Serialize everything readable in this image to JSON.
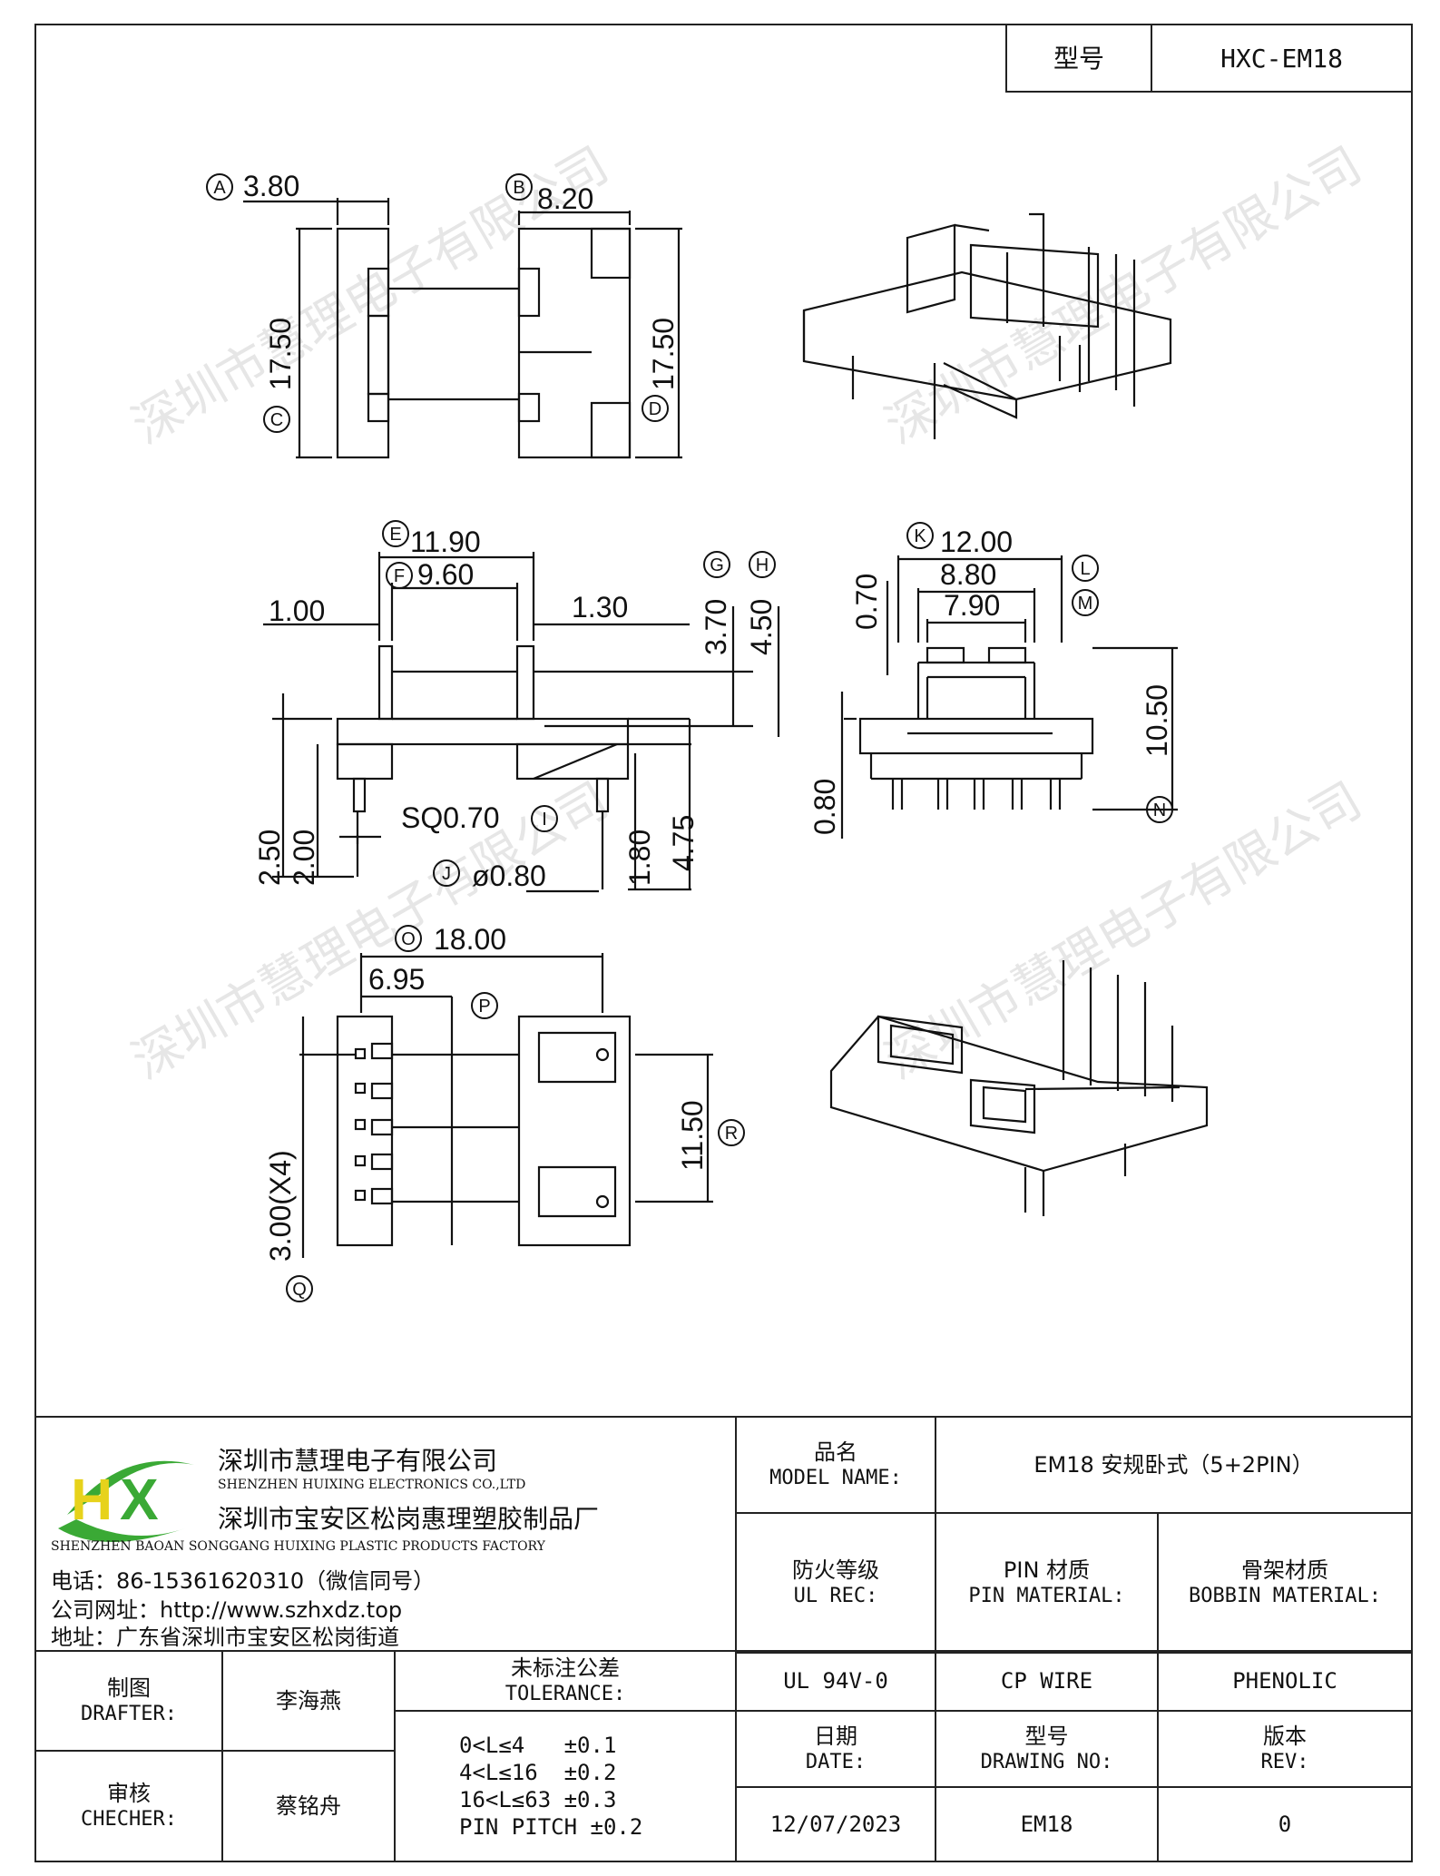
{
  "header": {
    "model_label": "型号",
    "model_value": "HXC-EM18"
  },
  "watermark": "深圳市慧理电子有限公司",
  "logo": {
    "letters": "HX",
    "colors": {
      "green": "#3aa935",
      "yellow": "#e7d21b"
    }
  },
  "company": {
    "name_cn": "深圳市慧理电子有限公司",
    "name_en": "SHENZHEN HUIXING ELECTRONICS CO.,LTD",
    "factory_cn": "深圳市宝安区松岗惠理塑胶制品厂",
    "factory_en": "SHENZHEN BAOAN SONGGANG HUIXING PLASTIC PRODUCTS FACTORY",
    "phone": "电话：86-15361620310（微信同号）",
    "website": "公司网址：http://www.szhxdz.top",
    "address": "地址：广东省深圳市宝安区松岗街道"
  },
  "title_block": {
    "model_name_cn": "品名",
    "model_name_en": "MODEL NAME:",
    "model_name_value": "EM18 安规卧式（5+2PIN）",
    "ul_rec_cn": "防火等级",
    "ul_rec_en": "UL REC:",
    "pin_material_cn": "PIN 材质",
    "pin_material_en": "PIN MATERIAL:",
    "bobbin_material_cn": "骨架材质",
    "bobbin_material_en": "BOBBIN MATERIAL:",
    "ul_value": "UL 94V-0",
    "pin_value": "CP WIRE",
    "bobbin_value": "PHENOLIC",
    "drafter_cn": "制图",
    "drafter_en": "DRAFTER:",
    "drafter_name": "李海燕",
    "checker_cn": "审核",
    "checker_en": "CHECHER:",
    "checker_name": "蔡铭舟",
    "tolerance_cn": "未标注公差",
    "tolerance_en": "TOLERANCE:",
    "tolerance_lines": [
      "0<L≤4   ±0.1",
      "4<L≤16  ±0.2",
      "16<L≤63 ±0.3",
      "PIN PITCH ±0.2"
    ],
    "date_cn": "日期",
    "date_en": "DATE:",
    "drawing_no_cn": "型号",
    "drawing_no_en": "DRAWING NO:",
    "rev_cn": "版本",
    "rev_en": "REV:",
    "date_value": "12/07/2023",
    "drawing_no_value": "EM18",
    "rev_value": "0"
  },
  "dimensions": {
    "A": "3.80",
    "B": "8.20",
    "C": "17.50",
    "D": "17.50",
    "E": "11.90",
    "F": "9.60",
    "G": "3.70",
    "H": "4.50",
    "I": "SQ0.70",
    "J": "ø0.80",
    "K": "12.00",
    "L": "8.80",
    "M": "7.90",
    "N": "10.50",
    "O": "18.00",
    "P": "6.95",
    "Q": "3.00(X4)",
    "R": "11.50",
    "side_left": "1.00",
    "side_right": "1.30",
    "side_h1": "2.50",
    "side_h2": "2.00",
    "side_h3": "1.80",
    "side_h4": "4.75",
    "front_top": "0.70",
    "front_bottom": "0.80"
  },
  "markers": [
    "A",
    "B",
    "C",
    "D",
    "E",
    "F",
    "G",
    "H",
    "I",
    "J",
    "K",
    "L",
    "M",
    "N",
    "O",
    "P",
    "Q",
    "R"
  ]
}
